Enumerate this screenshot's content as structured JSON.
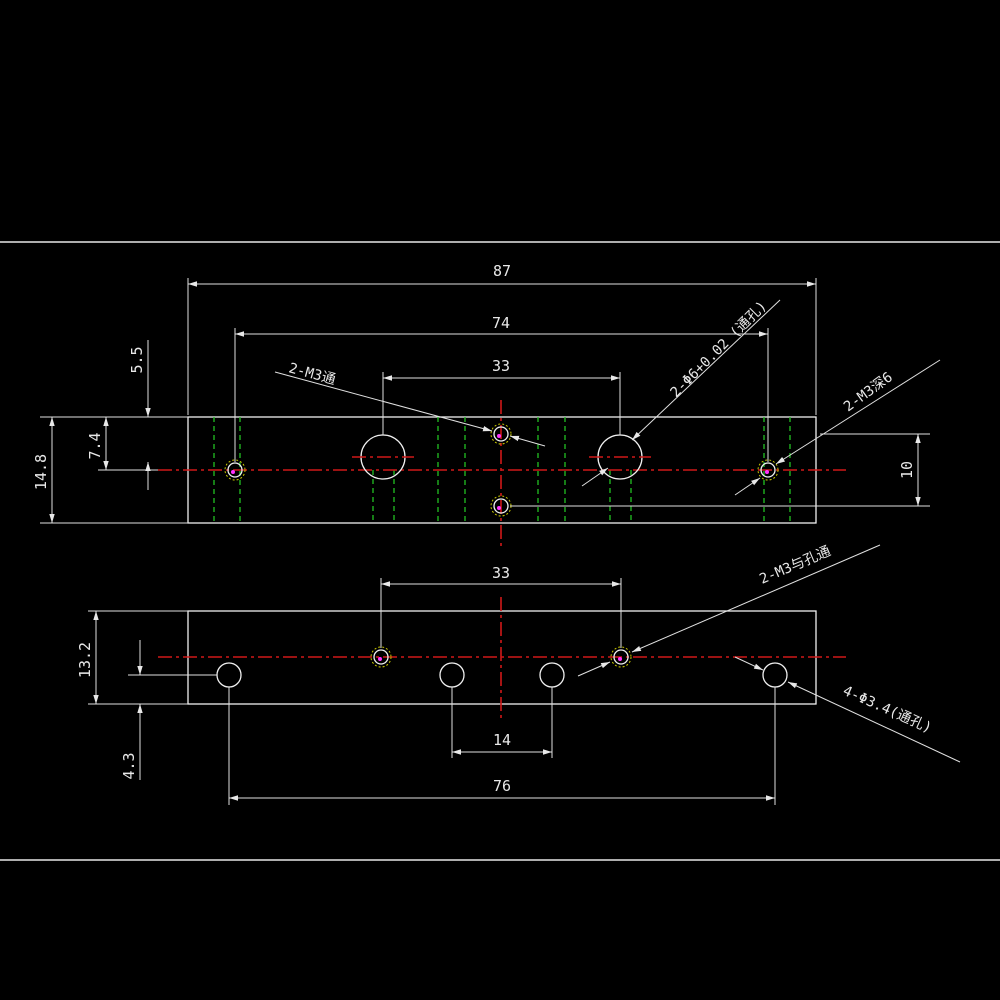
{
  "drawing": {
    "top_view": {
      "width_overall": "87",
      "hole_span": "74",
      "center_span": "33",
      "height": "14.8",
      "edge_offset_top": "5.5",
      "hole_row_offset": "7.4",
      "right_dim": "10",
      "note_m3_through": "2-M3通",
      "note_phi6": "2-Φ6+0.02 (通孔)",
      "note_m3_deep": "2-M3深6"
    },
    "bottom_view": {
      "center_span": "33",
      "height": "13.2",
      "bottom_offset": "4.3",
      "inner_span": "14",
      "outer_span": "76",
      "note_m3_with_hole": "2-M3与孔通",
      "note_phi34": "4-Φ3.4(通孔)"
    }
  },
  "colors": {
    "background": "#000000",
    "lines": "#f0f0f0",
    "centerline": "#d01818",
    "hidden": "#22c022",
    "thread": "#c8c800",
    "marker": "#ff33ff"
  }
}
